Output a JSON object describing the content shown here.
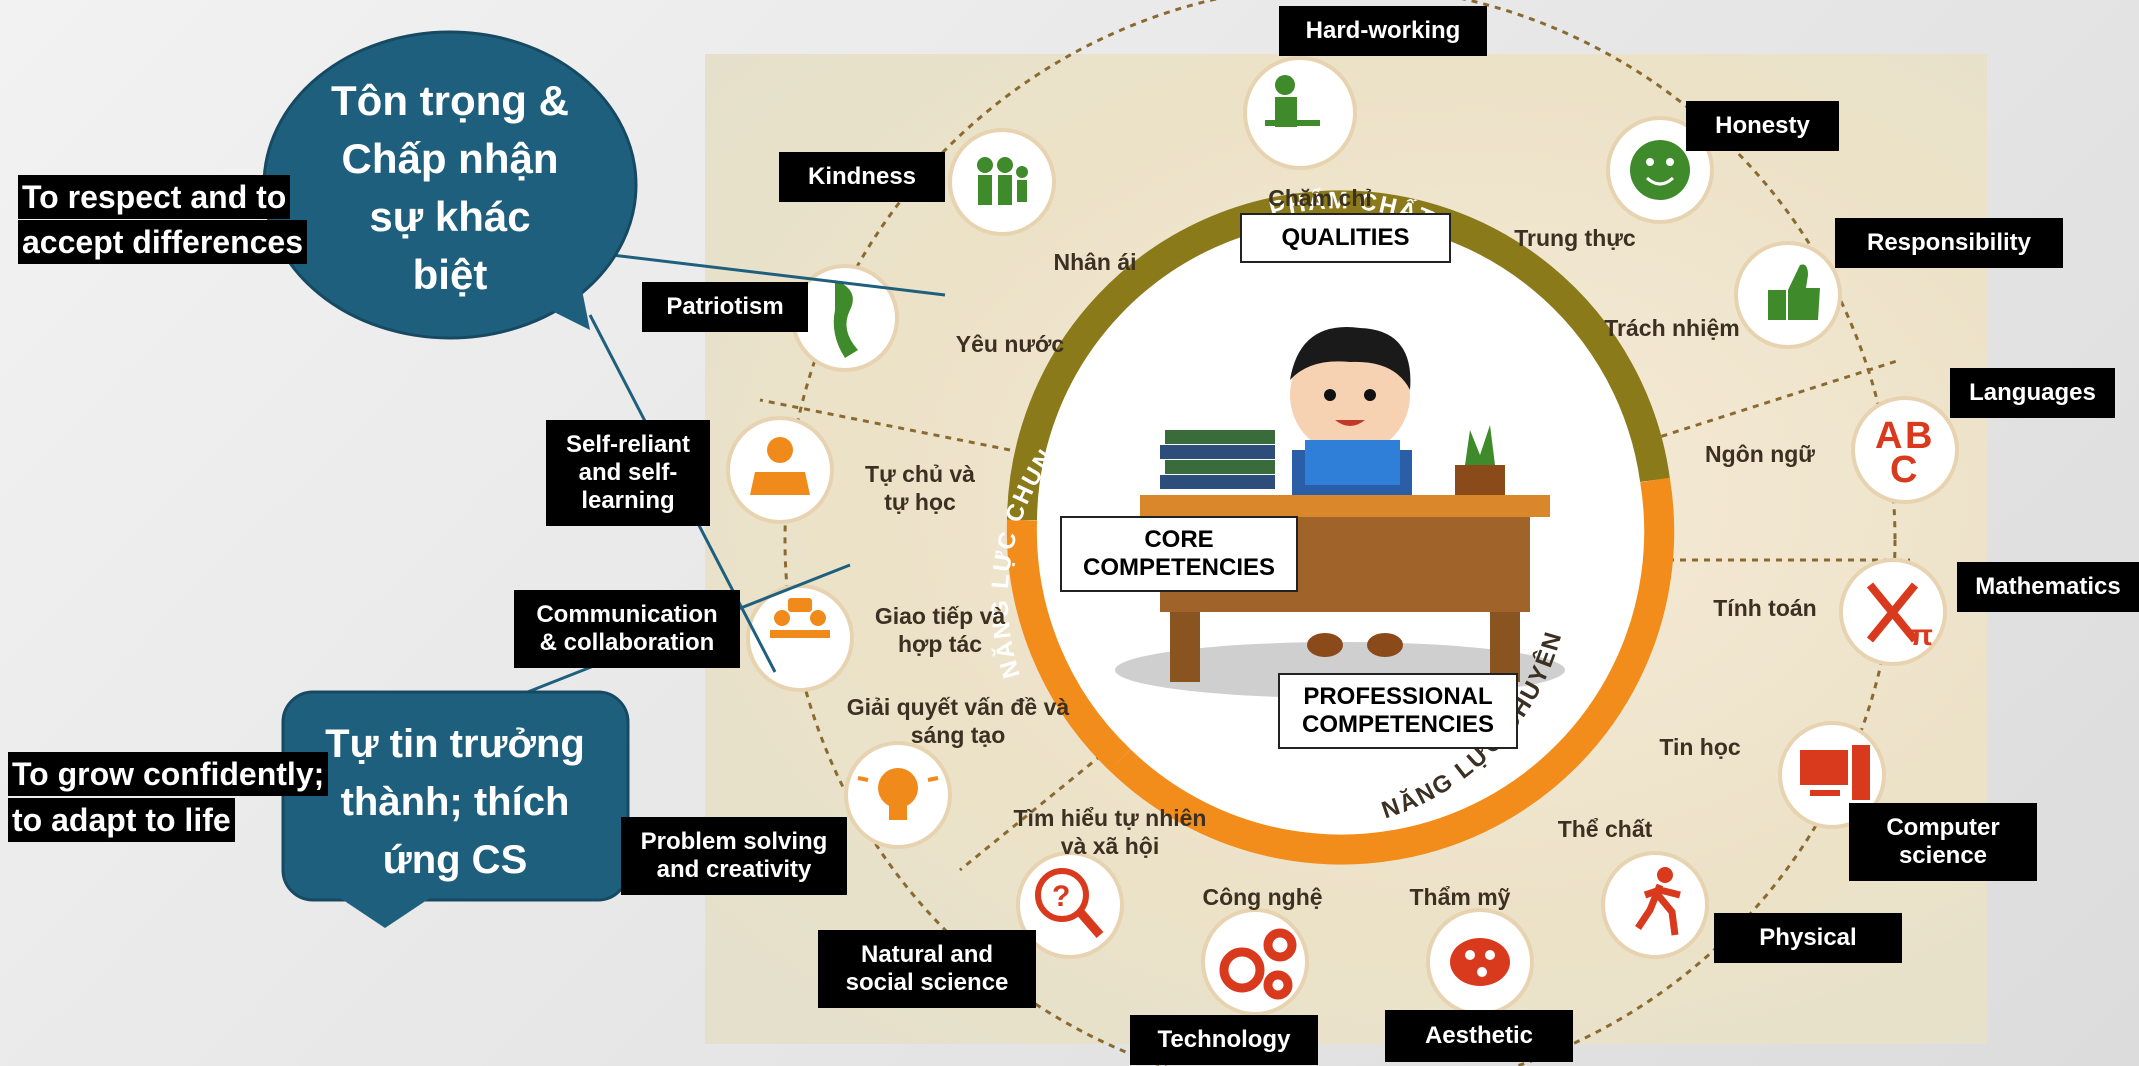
{
  "bubbles": {
    "respect": "Tôn trọng & Chấp nhận sự khác biệt",
    "confident": "Tự tin trưởng thành; thích ứng CS"
  },
  "side_labels": {
    "respect_1": "To respect and to",
    "respect_2": "accept differences",
    "grow_1": "To grow confidently;",
    "grow_2": "to adapt to life"
  },
  "center_labels": {
    "qualities": "QUALITIES",
    "core": "CORE COMPETENCIES",
    "professional": "PROFESSIONAL COMPETENCIES"
  },
  "ring_text": {
    "pham_chat": "PHẨM CHẤT",
    "nang_luc_chung": "NĂNG LỰC CHUNG",
    "nang_luc_chuyen_mon": "NĂNG LỰC CHUYÊN MÔN"
  },
  "items": [
    {
      "en": "Hard-working",
      "vn": "Chăm chỉ"
    },
    {
      "en": "Honesty",
      "vn": "Trung thực"
    },
    {
      "en": "Responsibility",
      "vn": "Trách nhiệm"
    },
    {
      "en": "Languages",
      "vn": "Ngôn ngữ"
    },
    {
      "en": "Mathematics",
      "vn": "Tính toán"
    },
    {
      "en": "Computer science",
      "vn": "Tin học"
    },
    {
      "en": "Physical",
      "vn": "Thể chất"
    },
    {
      "en": "Aesthetic",
      "vn": "Thẩm mỹ"
    },
    {
      "en": "Technology",
      "vn": "Công nghệ"
    },
    {
      "en": "Natural and social science",
      "vn": "Tìm hiểu tự nhiên và xã hội"
    },
    {
      "en": "Problem solving and creativity",
      "vn": "Giải quyết vấn đề và sáng tạo"
    },
    {
      "en": "Communication & collaboration",
      "vn": "Giao tiếp và hợp tác"
    },
    {
      "en": "Self-reliant and self-learning",
      "vn": "Tự chủ và tự học"
    },
    {
      "en": "Patriotism",
      "vn": "Yêu nước"
    },
    {
      "en": "Kindness",
      "vn": "Nhân ái"
    }
  ],
  "icon_text": {
    "abc_a": "A",
    "abc_b": "B",
    "abc_c": "C",
    "pi": "π",
    "question": "?"
  },
  "colors": {
    "bubble": "#1f5f7e",
    "ring_olive": "#8a7a1a",
    "ring_orange": "#f28c1a",
    "icon_red": "#d93a1e",
    "icon_green": "#3f8a2a",
    "icon_orange": "#f08a1a"
  }
}
